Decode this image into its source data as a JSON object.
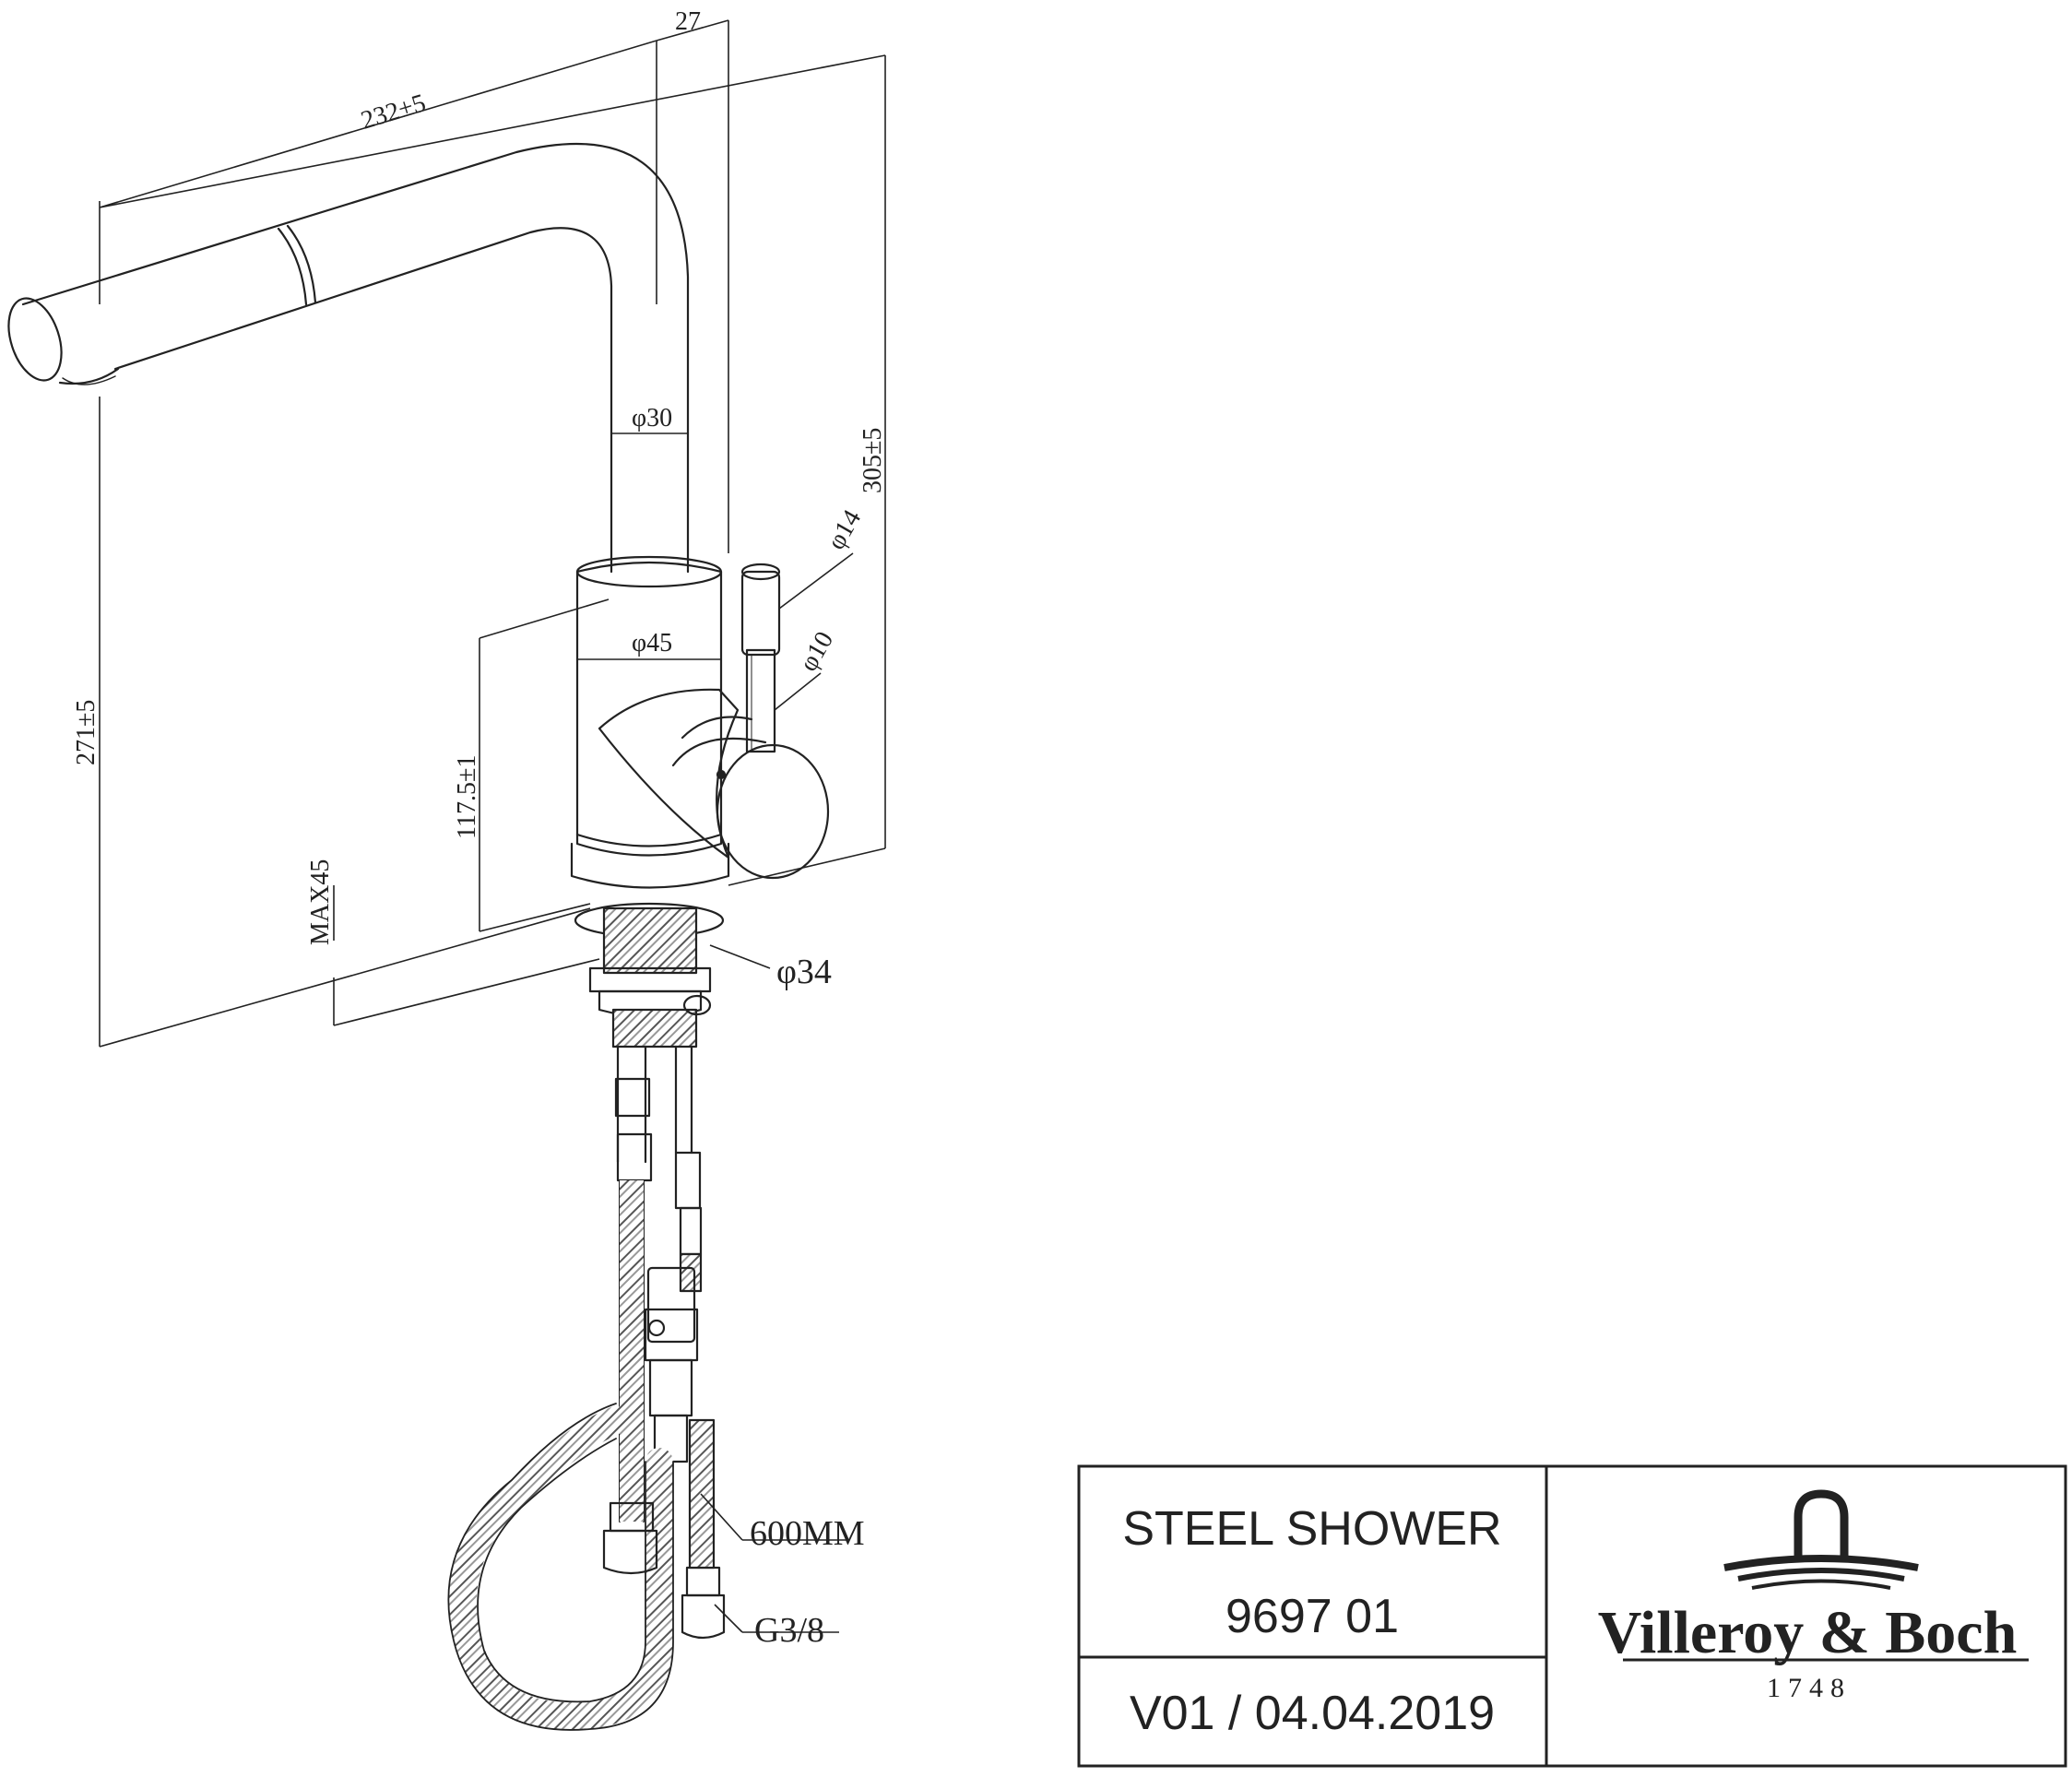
{
  "dimensions": {
    "spout_length": "232±5",
    "top_offset": "27",
    "total_height": "305±5",
    "spout_height": "271±5",
    "body_height": "117.5±1",
    "max_thickness": "MAX45",
    "pipe_diameter": "φ30",
    "body_diameter": "φ45",
    "lever_top_diameter": "φ14",
    "lever_diameter": "φ10",
    "thread_diameter": "φ34",
    "hose_length": "600MM",
    "connection_thread": "G3/8"
  },
  "title_block": {
    "product_name": "STEEL SHOWER",
    "article_number": "9697 01",
    "revision": "V01 / 04.04.2019",
    "brand_name": "Villeroy & Boch",
    "brand_year": "1748"
  },
  "colors": {
    "line": "#222222",
    "background": "#ffffff"
  }
}
